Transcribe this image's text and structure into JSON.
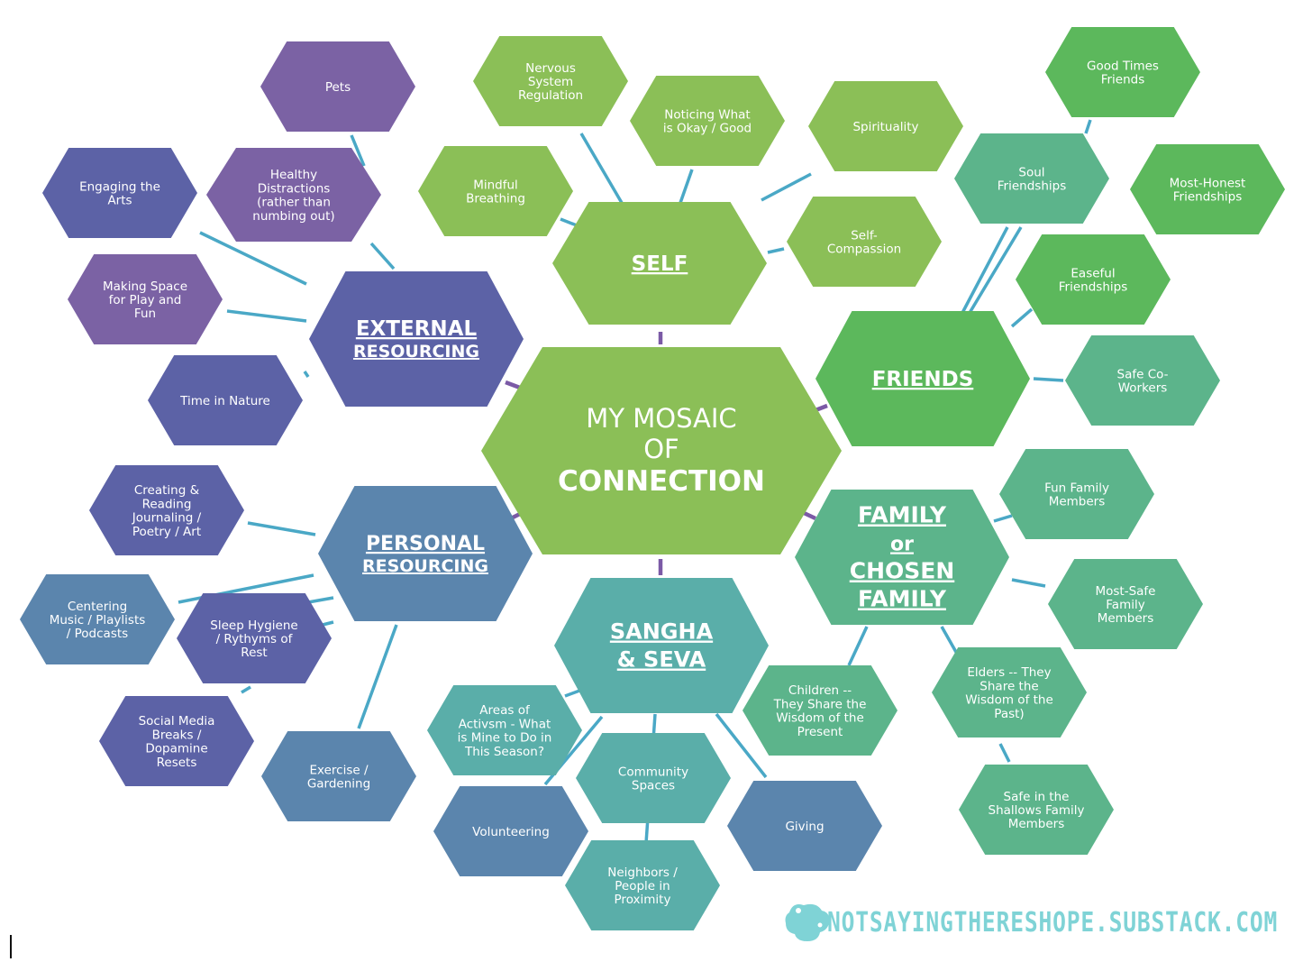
{
  "colors": {
    "connector": "#4aa8c6",
    "center_connector": "#7b5aa6",
    "green_light": "#8bbf57",
    "green": "#5cb85c",
    "teal_green": "#5cb48b",
    "teal": "#5aaea9",
    "blue": "#5b85ad",
    "indigo": "#5c62a6",
    "purple": "#7b62a4",
    "brand": "#7fd3d6"
  },
  "center": {
    "line1": "MY MOSAIC",
    "line2": "OF",
    "line3": "CONNECTION"
  },
  "hubs": {
    "self": [
      "SELF"
    ],
    "external": [
      "EXTERNAL",
      "RESOURCING"
    ],
    "friends": [
      "FRIENDS"
    ],
    "personal": [
      "PERSONAL",
      "RESOURCING"
    ],
    "family": [
      "FAMILY",
      "or",
      "CHOSEN",
      "FAMILY"
    ],
    "sangha": [
      "SANGHA",
      "& SEVA"
    ]
  },
  "nodes": {
    "pets": [
      "Pets"
    ],
    "engaging_arts": [
      "Engaging the",
      "Arts"
    ],
    "healthy_distractions": [
      "Healthy",
      "Distractions",
      "(rather than",
      "numbing out)"
    ],
    "making_space": [
      "Making Space",
      "for Play and",
      "Fun"
    ],
    "time_nature": [
      "Time in Nature"
    ],
    "nervous_system": [
      "Nervous",
      "System",
      "Regulation"
    ],
    "noticing": [
      "Noticing What",
      "is Okay / Good"
    ],
    "spirituality": [
      "Spirituality"
    ],
    "mindful": [
      "Mindful",
      "Breathing"
    ],
    "self_compassion": [
      "Self-",
      "Compassion"
    ],
    "good_times": [
      "Good Times",
      "Friends"
    ],
    "soul": [
      "Soul",
      "Friendships"
    ],
    "most_honest": [
      "Most-Honest",
      "Friendships"
    ],
    "easeful": [
      "Easeful",
      "Friendships"
    ],
    "coworkers": [
      "Safe Co-",
      "Workers"
    ],
    "fun_family": [
      "Fun Family",
      "Members"
    ],
    "most_safe": [
      "Most-Safe",
      "Family",
      "Members"
    ],
    "elders": [
      "Elders -- They",
      "Share the",
      "Wisdom of the",
      "Past)"
    ],
    "shallows": [
      "Safe in the",
      "Shallows Family",
      "Members"
    ],
    "children": [
      "Children --",
      "They Share the",
      "Wisdom of the",
      "Present"
    ],
    "creating": [
      "Creating &",
      "Reading",
      "Journaling /",
      "Poetry / Art"
    ],
    "centering": [
      "Centering",
      "Music / Playlists",
      "/ Podcasts"
    ],
    "sleep": [
      "Sleep Hygiene",
      "/ Rythyms of",
      "Rest"
    ],
    "social_media": [
      "Social Media",
      "Breaks /",
      "Dopamine",
      "Resets"
    ],
    "exercise": [
      "Exercise /",
      "Gardening"
    ],
    "activism": [
      "Areas of",
      "Activsm - What",
      "is Mine to Do in",
      "This Season?"
    ],
    "community": [
      "Community",
      "Spaces"
    ],
    "volunteering": [
      "Volunteering"
    ],
    "giving": [
      "Giving"
    ],
    "neighbors": [
      "Neighbors /",
      "People in",
      "Proximity"
    ]
  },
  "brand": {
    "text": "NOTSAYINGTHERESHOPE.SUBSTACK.COM",
    "icon": "hippo-head-icon"
  }
}
